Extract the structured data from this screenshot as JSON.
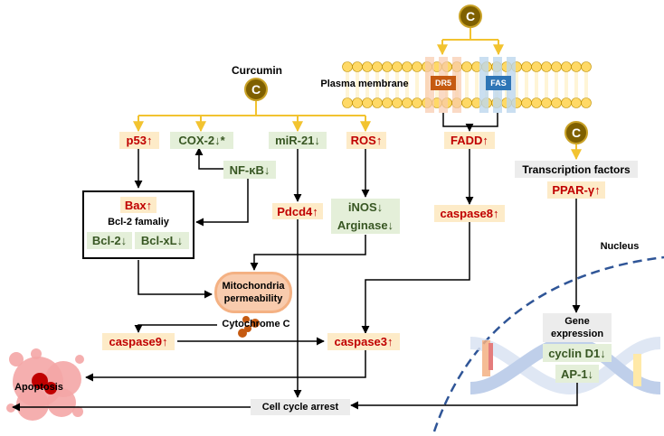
{
  "curcumin": {
    "title": "Curcumin",
    "icon_letter": "C"
  },
  "receptor_c": "C",
  "pparg_c": "C",
  "membrane": {
    "label": "Plasma membrane",
    "dr5": "DR5",
    "fas": "FAS"
  },
  "nodes": {
    "p53": "p53↑",
    "cox2": "COX-2↓*",
    "mir21": "miR-21↓",
    "ros": "ROS↑",
    "fadd": "FADD↑",
    "nfkb": "NF-κB↓",
    "bax": "Bax↑",
    "bcl2_family": "Bcl-2 famaliy",
    "bcl2": "Bcl-2↓",
    "bclxl": "Bcl-xL↓",
    "pdcd4": "Pdcd4↑",
    "inos": "iNOS↓",
    "arginase": "Arginase↓",
    "caspase8": "caspase8↑",
    "transcription_factors": "Transcription factors",
    "pparg": "PPAR-γ↑",
    "nucleus": "Nucleus",
    "mito": "Mitochondria permeability",
    "cytochrome": "Cytochrome C",
    "caspase9": "caspase9↑",
    "caspase3": "caspase3↑",
    "gene_expression": "Gene expression",
    "cyclin_d1": "cyclin D1↓",
    "ap1": "AP-1↓",
    "apoptosis": "Apoptosis",
    "cell_cycle_arrest": "Cell cycle arrest"
  },
  "colors": {
    "upregulated_text": "#c00000",
    "upregulated_bg": "#fdebc8",
    "downregulated_text": "#385723",
    "downregulated_bg": "#e4efd9",
    "curcumin_circle": "#7f6000",
    "curcumin_arrow": "#f2c330",
    "dr5": "#c55a11",
    "fas": "#2e75b6",
    "nucleus_border": "#2f5597",
    "apoptosis": "#e06666"
  }
}
